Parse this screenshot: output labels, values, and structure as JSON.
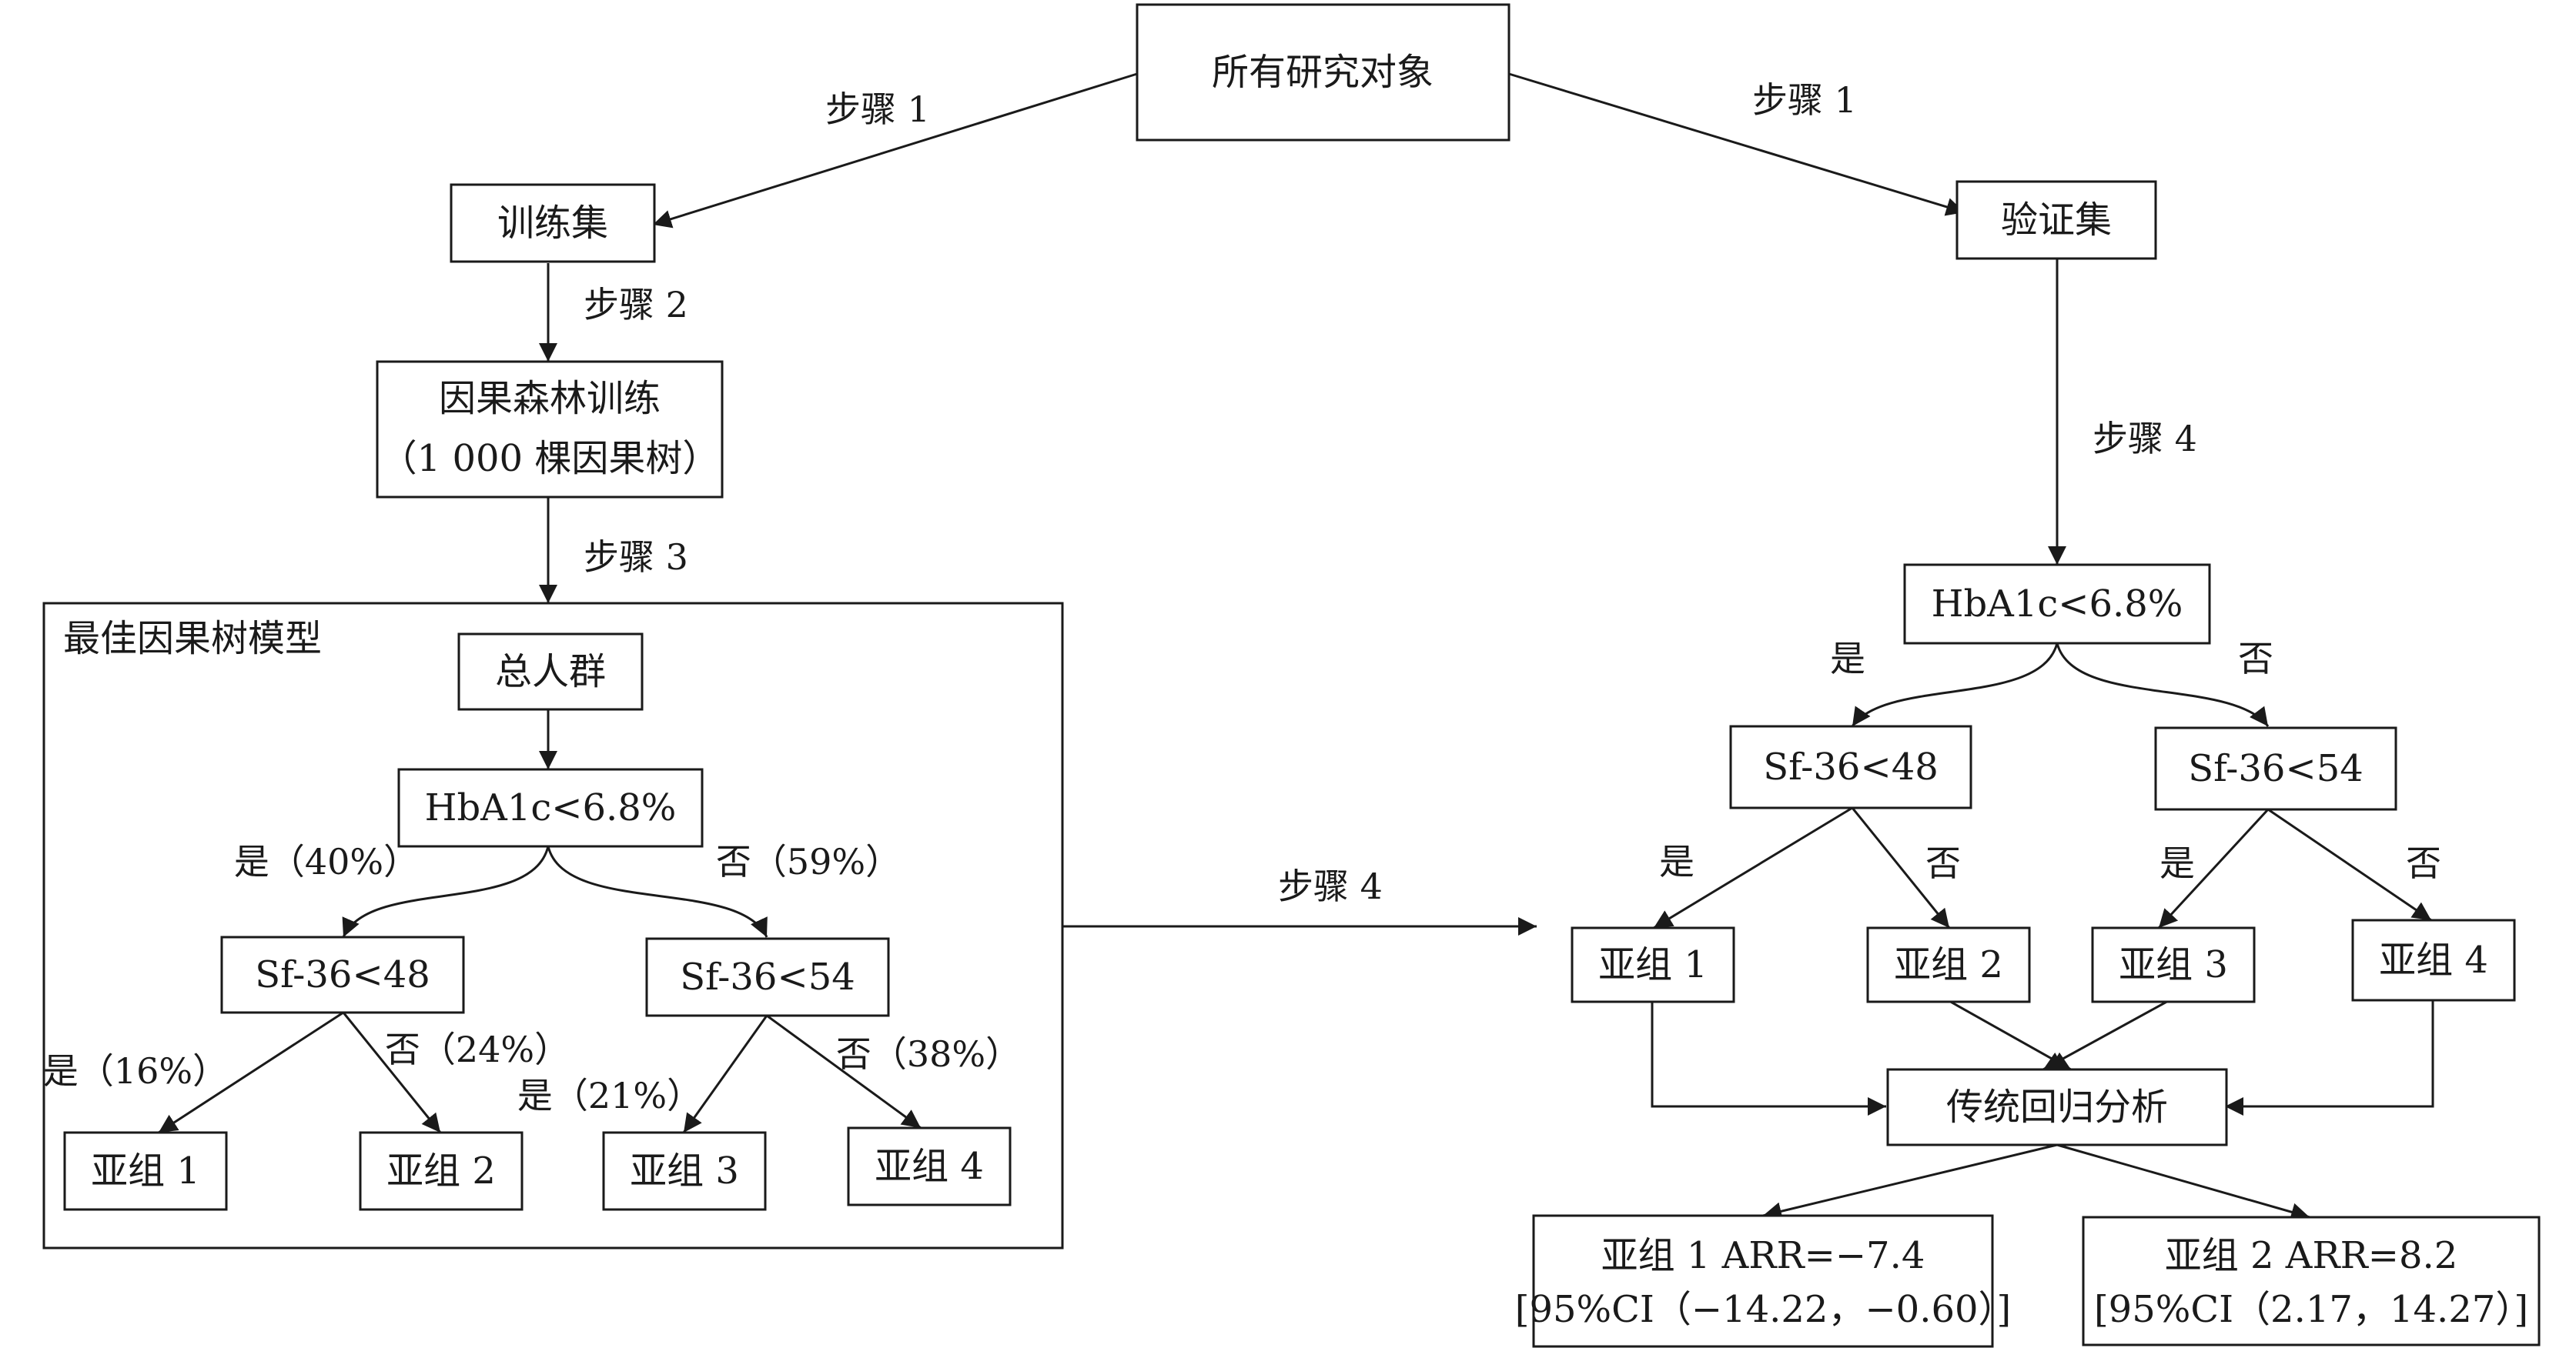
{
  "nodes": {
    "all_subjects": "所有研究对象",
    "training_set": "训练集",
    "validation_set": "验证集",
    "forest_training_line1": "因果森林训练",
    "forest_training_line2": "（1 000 棵因果树）",
    "best_model_title": "最佳因果树模型",
    "total_population": "总人群",
    "left_split_hba1c": "HbA1c<6.8%",
    "left_split_sf48": "Sf-36<48",
    "left_split_sf54": "Sf-36<54",
    "left_subgroup_1": "亚组 1",
    "left_subgroup_2": "亚组 2",
    "left_subgroup_3": "亚组 3",
    "left_subgroup_4": "亚组 4",
    "right_split_hba1c": "HbA1c<6.8%",
    "right_split_sf48": "Sf-36<48",
    "right_split_sf54": "Sf-36<54",
    "right_subgroup_1": "亚组 1",
    "right_subgroup_2": "亚组 2",
    "right_subgroup_3": "亚组 3",
    "right_subgroup_4": "亚组 4",
    "traditional_regression": "传统回归分析",
    "result_1_line1": "亚组 1 ARR=−7.4",
    "result_1_line2": "[95%CI（−14.22，−0.60）]",
    "result_2_line1": "亚组 2 ARR=8.2",
    "result_2_line2": "[95%CI（2.17，14.27）]"
  },
  "edge_labels": {
    "step1_left": "步骤 1",
    "step1_right": "步骤 1",
    "step2": "步骤 2",
    "step3": "步骤 3",
    "step4_middle": "步骤 4",
    "step4_right": "步骤 4",
    "left_hba1c_yes": "是（40%）",
    "left_hba1c_no": "否（59%）",
    "left_sf48_yes": "是（16%）",
    "left_sf48_no": "否（24%）",
    "left_sf54_yes": "是（21%）",
    "left_sf54_no": "否（38%）",
    "right_hba1c_yes": "是",
    "right_hba1c_no": "否",
    "right_sf48_yes": "是",
    "right_sf48_no": "否",
    "right_sf54_yes": "是",
    "right_sf54_no": "否"
  },
  "colors": {
    "ink": "#1a1a1a",
    "background": "#ffffff"
  }
}
